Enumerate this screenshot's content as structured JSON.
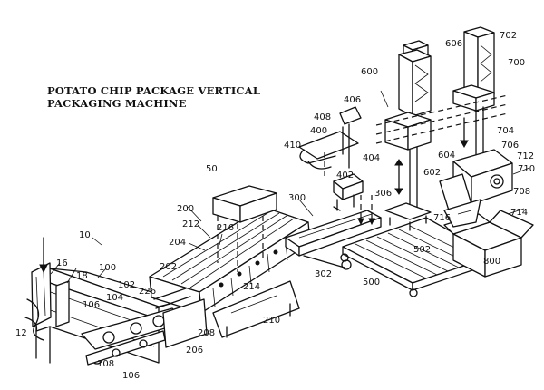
{
  "title": {
    "line1": "POTATO CHIP PACKAGE VERTICAL",
    "line2": "PACKAGING MACHINE"
  },
  "labels": {
    "l10": "10",
    "l12": "12",
    "l16": "16",
    "l18": "18",
    "l100": "100",
    "l102": "102",
    "l104": "104",
    "l106a": "106",
    "l106b": "106",
    "l108": "108",
    "l200": "200",
    "l202": "202",
    "l204": "204",
    "l206": "206",
    "l208": "208",
    "l210": "210",
    "l212": "212",
    "l214": "214",
    "l216": "216",
    "l226": "226",
    "l50": "50",
    "l300": "300",
    "l302": "302",
    "l306": "306",
    "l400": "400",
    "l402": "402",
    "l404": "404",
    "l406": "406",
    "l408": "408",
    "l410": "410",
    "l500": "500",
    "l502": "502",
    "l600": "600",
    "l602": "602",
    "l604": "604",
    "l606": "606",
    "l700": "700",
    "l702": "702",
    "l704": "704",
    "l706": "706",
    "l708": "708",
    "l710": "710",
    "l712": "712",
    "l714": "714",
    "l716": "716",
    "l800": "800"
  }
}
